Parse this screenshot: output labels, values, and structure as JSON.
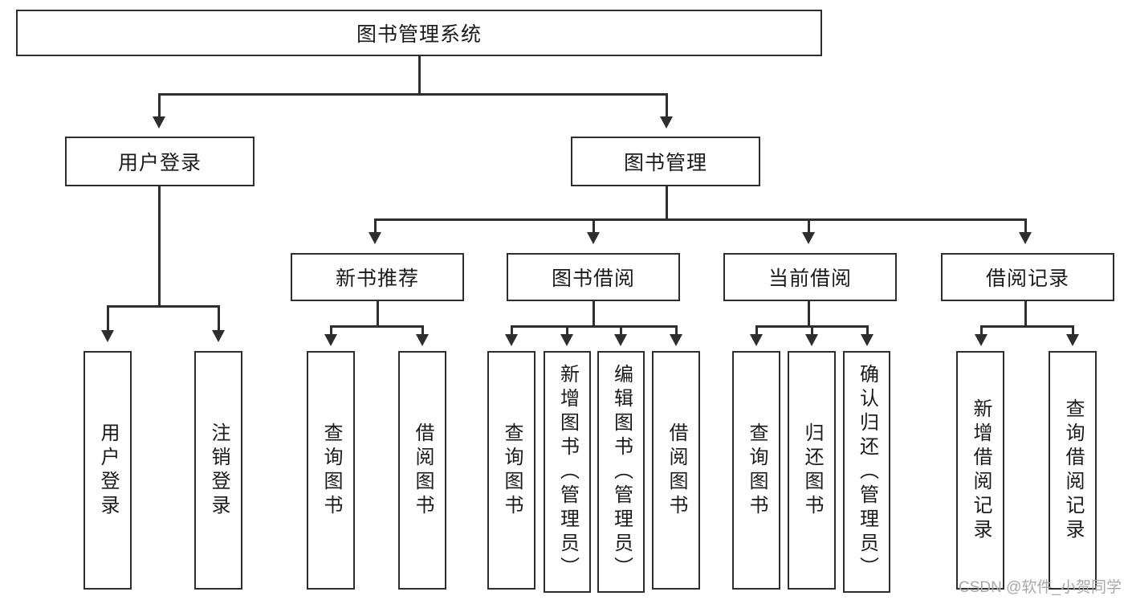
{
  "diagram": {
    "title": "图书管理系统",
    "type": "tree",
    "root": {
      "label": "图书管理系统",
      "children": [
        {
          "label": "用户登录",
          "children": [
            {
              "label": "用户登录"
            },
            {
              "label": "注销登录"
            }
          ]
        },
        {
          "label": "图书管理",
          "children": [
            {
              "label": "新书推荐",
              "children": [
                {
                  "label": "查询图书"
                },
                {
                  "label": "借阅图书"
                }
              ]
            },
            {
              "label": "图书借阅",
              "children": [
                {
                  "label": "查询图书"
                },
                {
                  "label": "新增图书（管理员）"
                },
                {
                  "label": "编辑图书（管理员）"
                },
                {
                  "label": "借阅图书"
                }
              ]
            },
            {
              "label": "当前借阅",
              "children": [
                {
                  "label": "查询图书"
                },
                {
                  "label": "归还图书"
                },
                {
                  "label": "确认归还（管理员）"
                }
              ]
            },
            {
              "label": "借阅记录",
              "children": [
                {
                  "label": "新增借阅记录"
                },
                {
                  "label": "查询借阅记录"
                }
              ]
            }
          ]
        }
      ]
    }
  },
  "nodes": {
    "root": "图书管理系统",
    "l1": [
      "用户登录",
      "图书管理"
    ],
    "l2": [
      "新书推荐",
      "图书借阅",
      "当前借阅",
      "借阅记录"
    ],
    "leaf_login": [
      "用户登录",
      "注销登录"
    ],
    "leaf_recommend": [
      "查询图书",
      "借阅图书"
    ],
    "leaf_borrow": [
      "查询图书",
      "新增图书（管理员）",
      "编辑图书（管理员）",
      "借阅图书"
    ],
    "leaf_current": [
      "查询图书",
      "归还图书",
      "确认归还（管理员）"
    ],
    "leaf_record": [
      "新增借阅记录",
      "查询借阅记录"
    ]
  },
  "watermark": "CSDN @软件_小贺同学",
  "colors": {
    "stroke": "#2e2e2e",
    "fill": "#ffffff",
    "text": "#1b1b1b",
    "watermark": "#a8a8a8"
  }
}
